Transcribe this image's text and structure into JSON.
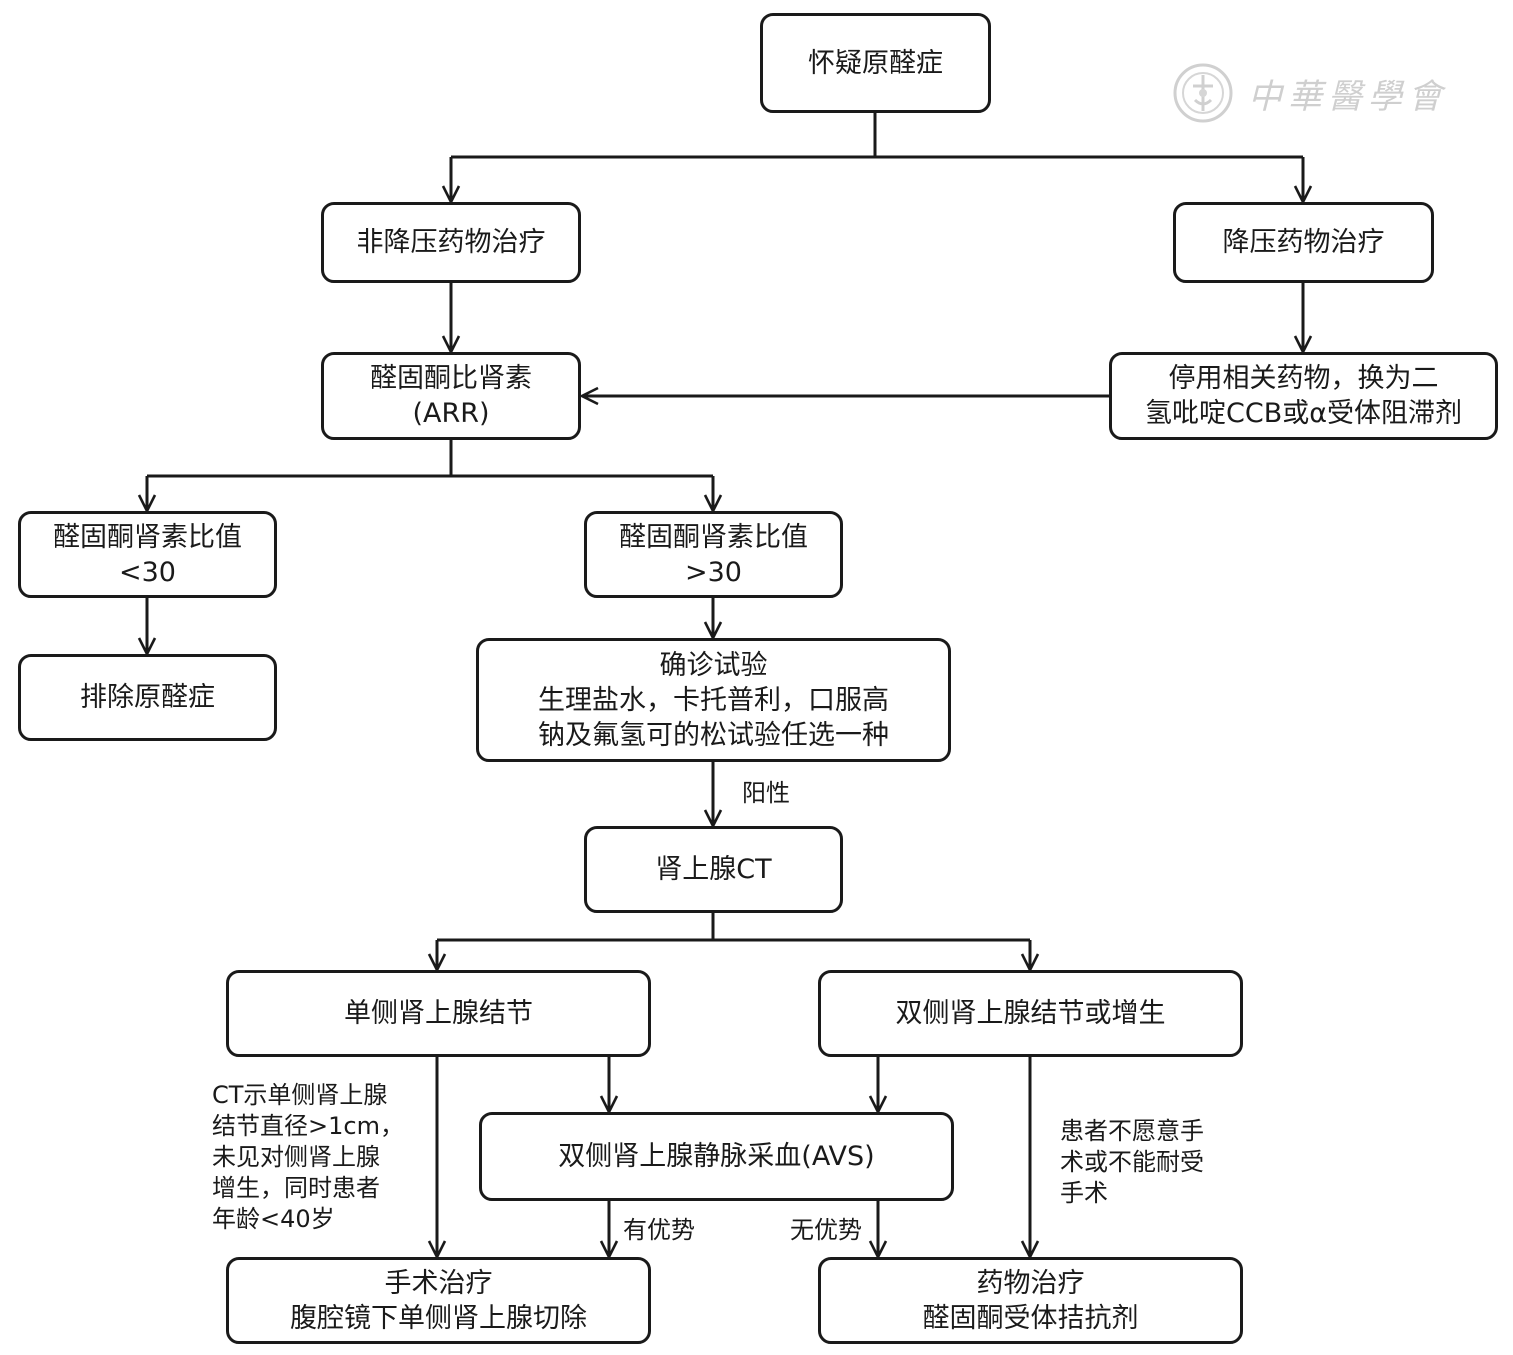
{
  "nodes": {
    "suspect": [
      "怀疑原醛症"
    ],
    "non_antihyp": [
      "非降压药物治疗"
    ],
    "antihyp": [
      "降压药物治疗"
    ],
    "arr": [
      "醛固酮比肾素",
      "(ARR)"
    ],
    "switch_drug": [
      "停用相关药物，换为二",
      "氢吡啶CCB或α受体阻滞剂"
    ],
    "arr_low": [
      "醛固酮肾素比值",
      "<30"
    ],
    "arr_high": [
      "醛固酮肾素比值",
      ">30"
    ],
    "exclude": [
      "排除原醛症"
    ],
    "confirm": [
      "确诊试验",
      "生理盐水，卡托普利，口服高",
      "钠及氟氢可的松试验任选一种"
    ],
    "adrenal_ct": [
      "肾上腺CT"
    ],
    "unilateral": [
      "单侧肾上腺结节"
    ],
    "bilateral": [
      "双侧肾上腺结节或增生"
    ],
    "avs": [
      "双侧肾上腺静脉采血(AVS)"
    ],
    "surgery": [
      "手术治疗",
      "腹腔镜下单侧肾上腺切除"
    ],
    "drug": [
      "药物治疗",
      "醛固酮受体拮抗剂"
    ]
  },
  "edge_labels": {
    "positive": "阳性",
    "advantage": "有优势",
    "no_advantage": "无优势"
  },
  "notes": {
    "ct_criteria": [
      "CT示单侧肾上腺",
      "结节直径>1cm，",
      "未见对侧肾上腺",
      "增生，同时患者",
      "年龄<40岁"
    ],
    "no_surgery": [
      "患者不愿意手",
      "术或不能耐受",
      "手术"
    ]
  },
  "watermark": {
    "text": "中華醫學會",
    "icon": "society-seal-icon",
    "color": "#cfcfcf"
  },
  "colors": {
    "stroke": "#1a1a1a",
    "background": "#ffffff"
  }
}
